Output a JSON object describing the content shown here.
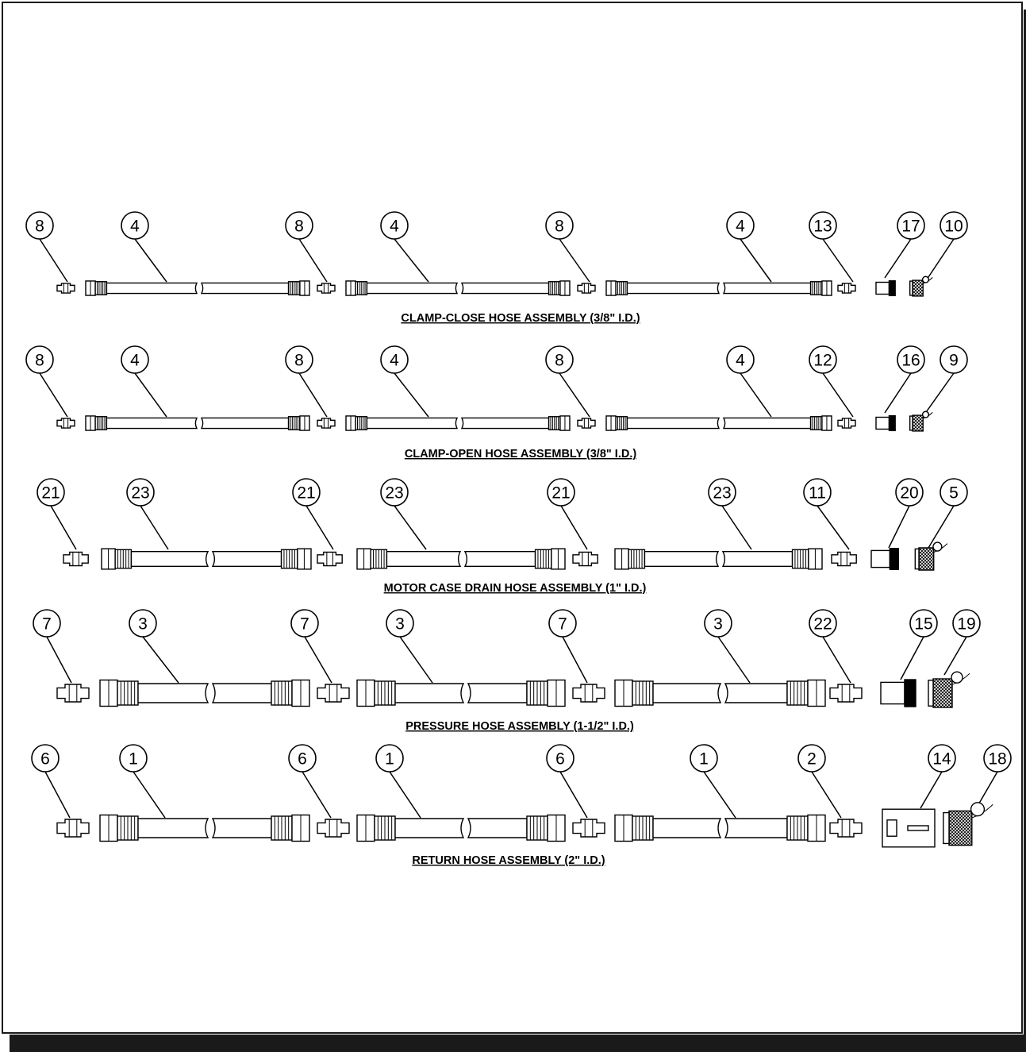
{
  "rows": [
    {
      "title": "CLAMP-CLOSE HOSE ASSEMBLY (3/8\" I.D.)",
      "callouts": [
        "8",
        "4",
        "8",
        "4",
        "8",
        "4",
        "13",
        "17",
        "10"
      ]
    },
    {
      "title": "CLAMP-OPEN HOSE ASSEMBLY (3/8\" I.D.)",
      "callouts": [
        "8",
        "4",
        "8",
        "4",
        "8",
        "4",
        "12",
        "16",
        "9"
      ]
    },
    {
      "title": "MOTOR CASE DRAIN HOSE ASSEMBLY (1\" I.D.)",
      "callouts": [
        "21",
        "23",
        "21",
        "23",
        "21",
        "23",
        "11",
        "20",
        "5"
      ]
    },
    {
      "title": "PRESSURE HOSE ASSEMBLY (1-1/2\" I.D.)",
      "callouts": [
        "7",
        "3",
        "7",
        "3",
        "7",
        "3",
        "22",
        "15",
        "19"
      ]
    },
    {
      "title": "RETURN HOSE ASSEMBLY (2\" I.D.)",
      "callouts": [
        "6",
        "1",
        "6",
        "1",
        "6",
        "1",
        "2",
        "14",
        "18"
      ]
    }
  ]
}
